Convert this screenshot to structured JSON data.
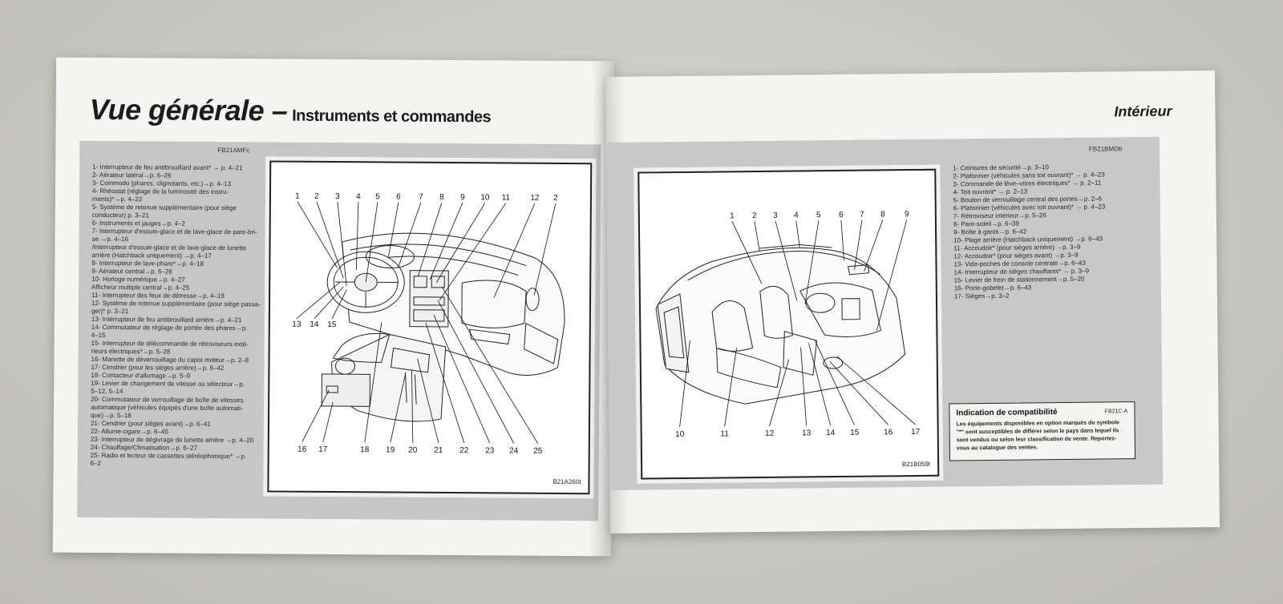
{
  "left_page": {
    "title_main": "Vue générale –",
    "title_sub": "Instruments et commandes",
    "code": "FB21AMFc",
    "figure_code": "B21A260t",
    "callouts_top": [
      "1",
      "2",
      "3",
      "4",
      "5",
      "6",
      "7",
      "8",
      "9",
      "10",
      "11",
      "12",
      "2"
    ],
    "callouts_left": [
      "13",
      "14",
      "15"
    ],
    "callouts_bottom": [
      "16",
      "17",
      "18",
      "19",
      "20",
      "21",
      "22",
      "23",
      "24",
      "25"
    ],
    "items": [
      "1- Interrupteur de feu antibrouillard avant* → p. 4–21",
      "2- Aérateur latéral→p. 6–26",
      "3- Commodo (phares, clignotants, etc.)→p. 4–13",
      "4- Rhéostat (réglage de la luminosité des instru-",
      "ments)*→p. 4–22",
      "5- Système de retenue supplémentaire (pour siège",
      "conducteur) p. 3–21",
      "6- Instruments et jauges→p. 4–2",
      "7- Interrupteur d'essuie-glace et de lave-glace de pare-bri-",
      "se →p. 4–16",
      "/Interrupteur d'essuie-glace et de lave-glace de lunette",
      "arrière (Hatchback uniquement) →p. 4–17",
      "8- Interrupteur de lave-phare*→p. 4–18",
      "9- Aérateur central→p. 6–26",
      "10- Horloge numérique→p. 4–27",
      "Afficheur multiple central→p. 4–25",
      "11- Interrupteur des feux de détresse→p. 4–19",
      "12- Système de retenue supplémentaire (pour siège passa-",
      "ger)* p. 3–21",
      "13- Interrupteur de feu antibrouillard arrière→p. 4–21",
      "14- Commutateur de réglage de portée des phares→p.",
      "4–15",
      "15- Interrupteur de télécommande de rétroviseurs exté-",
      "rieurs électriques*→p. 5–28",
      "16- Manette de déverrouillage du capot moteur→p. 2–8",
      "17- Cendrier (pour les sièges arrière)→p. 6–42",
      "18- Contacteur d'allumage→p. 5–9",
      "19- Levier de changement de vitesse ou sélecteur→p.",
      "5–12, 5–14",
      "20- Commutateur de verrouillage de boîte de vitesses",
      "automatique (véhicules équipés d'une boîte automati-",
      "que)→p. 5–18",
      "21- Cendrier (pour sièges avant)→p. 6–41",
      "22- Allume-cigare→p. 6–40",
      "23- Interrupteur de dégivrage de lunette arrière →p. 4–20",
      "24- Chauffage/Climatisation→p. 6–27",
      "25- Radio et lecteur de cassettes stéréophonique* →p.",
      "6–2"
    ]
  },
  "right_page": {
    "title": "Intérieur",
    "code": "FB21BMDb",
    "figure_code": "B21B059t",
    "callouts_top": [
      "1",
      "2",
      "3",
      "4",
      "5",
      "6",
      "7",
      "8",
      "9"
    ],
    "callouts_bottom": [
      "10",
      "11",
      "12",
      "13",
      "14",
      "15",
      "16",
      "17"
    ],
    "items": [
      "1- Ceintures de sécurité→p. 3–10",
      "2- Plafonnier (véhicules sans toit ouvrant)* → p. 4–23",
      "3- Commande de lève–vitres électriques* → p. 2–11",
      "4- Toit ouvrant* → p. 2–13",
      "5- Bouton de verrouillage central des portes→p. 2–6",
      "6- Plafonnier (véhicules avec toit ouvrant)* → p. 4–23",
      "7- Rétroviseur intérieur→p. 5–26",
      "8- Pare-soleil→p. 6–39",
      "9- Boîte à gants→p. 6–42",
      "10- Plage arrière (Hatchback uniquement) →p. 6–43",
      "11- Accoudoir* (pour sièges arrière) →p. 3–9",
      "12- Accoudoir* (pour sièges avant) →p. 3–9",
      "13- Vide-poches de console centrale→p. 6–43",
      "14- Interrupteur de sièges chauffants* → p. 3–9",
      "15- Levier de frein de stationnement→p. 5–20",
      "16- Porte-gobelet→p. 6–43",
      "17- Sièges→p. 3–2"
    ],
    "compat": {
      "title": "Indication de compatibilité",
      "code": "FB21C-A",
      "text": "Les équipements disponibles en option marqués du symbole \"*\" sont susceptibles de différer selon le pays dans lequel ils sont vendus ou selon leur classification de vente. Reportez-vous au catalogue des ventes."
    }
  }
}
